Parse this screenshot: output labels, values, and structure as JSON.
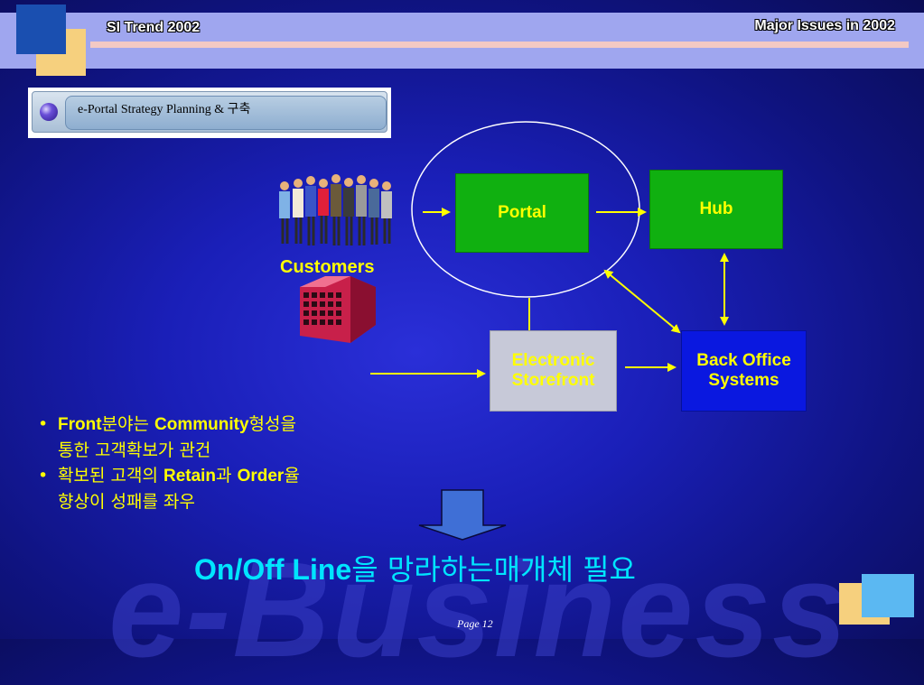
{
  "header": {
    "left_title": "SI Trend 2002",
    "right_title": "Major Issues in 2002"
  },
  "section_title": "e-Portal Strategy Planning & 구축",
  "diagram": {
    "portal": "Portal",
    "hub": "Hub",
    "storefront": "Electronic Storefront",
    "back_office": "Back Office Systems",
    "customers": "Customers"
  },
  "bullets": [
    {
      "bold1": "Front",
      "text1": "분야는 ",
      "bold2": "Community",
      "text2": "형성을",
      "line2": "통한  고객확보가 관건"
    },
    {
      "bold1": "",
      "text1": "확보된 고객의 ",
      "bold2": "Retain",
      "text2": "과 ",
      "bold3": "Order",
      "text3": "율",
      "line2": "향상이 성패를 좌우"
    }
  ],
  "conclusion": {
    "bold": "On/Off Line",
    "rest": "을 망라하는매개체 필요"
  },
  "watermark": "e-Business",
  "page_label": "Page 12",
  "colors": {
    "label": "#ffff00",
    "conclusion": "#00e5ff",
    "box_green": "#10b010",
    "box_blue": "#0a18e0"
  }
}
